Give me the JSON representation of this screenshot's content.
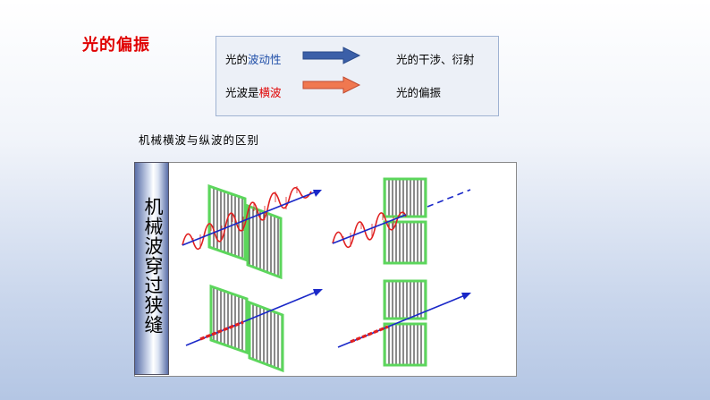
{
  "title": "光的偏振",
  "box": {
    "row1_prefix": "光的",
    "row1_highlight": "波动性",
    "row1_result": "光的干涉、衍射",
    "row2_prefix": "光波是",
    "row2_highlight": "横波",
    "row2_result": "光的偏振"
  },
  "subtitle": "机械横波与纵波的区别",
  "side_label": "机械波穿过狭缝",
  "colors": {
    "title": "#e00000",
    "blue_arrow": "#3b5fa8",
    "red_arrow": "#f07850",
    "wave": "#e02020",
    "ray": "#1a28c8",
    "grating_edge": "#5cd65c"
  }
}
